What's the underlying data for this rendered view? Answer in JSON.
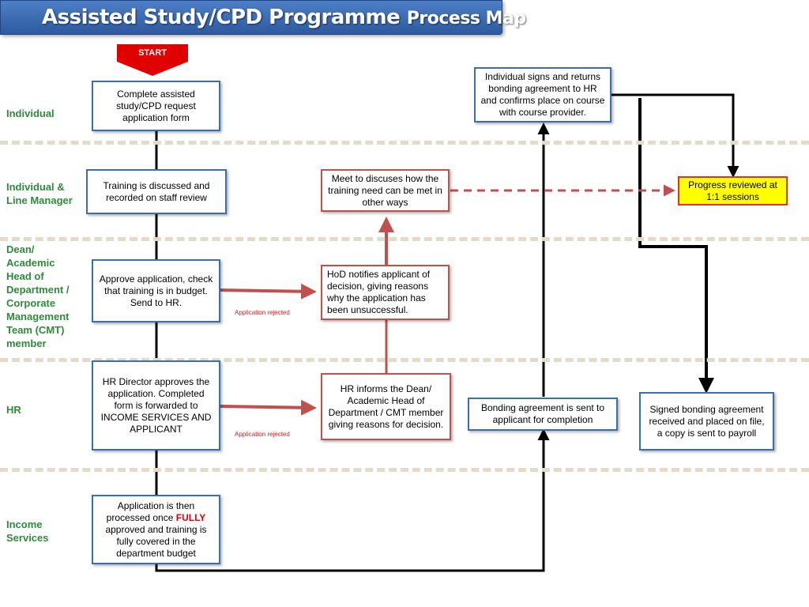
{
  "title": {
    "main": "Assisted Study/CPD Programme",
    "tail": "Process Map"
  },
  "start_label": "START",
  "lanes": {
    "individual": "Individual",
    "individual_line_manager": "Individual & Line Manager",
    "dean": "Dean/ Academic Head of Department / Corporate Management Team (CMT) member",
    "hr": "HR",
    "income": "Income Services"
  },
  "boxes": {
    "complete_form": "Complete assisted study/CPD request application form",
    "training_discussed": "Training is discussed and recorded on staff review",
    "approve_application": "Approve application, check that training is in budget. Send to HR.",
    "hr_director": "HR Director approves the application. Completed form is forwarded to INCOME SERVICES AND APPLICANT",
    "income_processed_pre": "Application is then processed once",
    "income_processed_fully": "FULLY",
    "income_processed_post": "approved and training is fully covered in the department budget",
    "meet_discuss": "Meet to discuses how the training  need can be met in other ways",
    "hod_notifies": "HoD notifies applicant of decision, giving reasons why the application has been unsuccessful.",
    "hr_informs": "HR informs the Dean/ Academic Head of Department / CMT member giving reasons for decision.",
    "individual_signs": "Individual signs and returns bonding agreement to HR and confirms place on course with course provider.",
    "bonding_sent": "Bonding agreement is sent to applicant for completion",
    "progress_reviewed": "Progress reviewed at 1:1 sessions",
    "signed_bonding": "Signed bonding agreement received and placed on file, a copy is sent to payroll"
  },
  "rejected_labels": [
    "Application rejected",
    "Application rejected"
  ],
  "colors": {
    "lane_text": "#2e8b3a",
    "blue_border": "#3a6faf",
    "red_border": "#c0504d",
    "highlight": "#ffff00",
    "flow_red": "#c0504d"
  }
}
